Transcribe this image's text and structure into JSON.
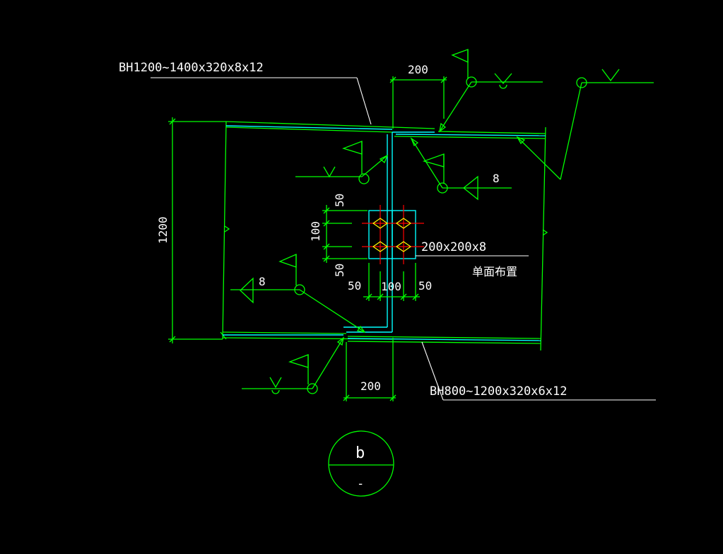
{
  "labels": {
    "upper_beam": "BH1200~1400x320x8x12",
    "lower_beam": "BH800~1200x320x6x12",
    "plate": "200x200x8",
    "single_side": "单面布置",
    "section_top": "b",
    "section_bottom": "-"
  },
  "dimensions": {
    "top_200": "200",
    "bottom_200": "200",
    "height_1200": "1200",
    "bolt_v_50a": "50",
    "bolt_v_100": "100",
    "bolt_v_50b": "50",
    "bolt_h_50a": "50",
    "bolt_h_100": "100",
    "bolt_h_50b": "50"
  },
  "welds": {
    "right_weld_size": "8",
    "left_weld_size": "8"
  },
  "colors": {
    "background": "#000000",
    "linework": "#00ff00",
    "beam_outline": "#00ffff",
    "text": "#ffffff",
    "bolt_cross": "#ff0000",
    "bolt_hole": "#ffff00"
  }
}
